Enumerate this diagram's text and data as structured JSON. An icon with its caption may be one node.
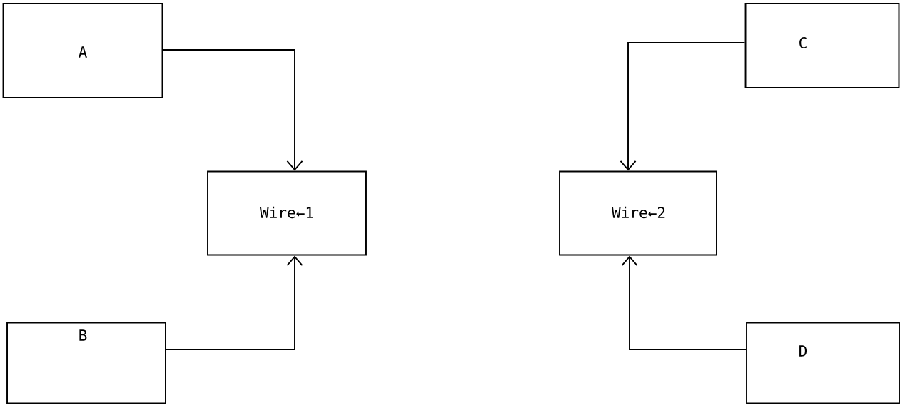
{
  "diagram": {
    "nodes": [
      {
        "text": [
          "A"
        ]
      },
      {
        "text": [
          "B"
        ]
      },
      {
        "text": [
          "Wire←1"
        ]
      },
      {
        "text": [
          "Wire←2"
        ]
      },
      {
        "text": [
          "C"
        ]
      },
      {
        "text": [
          "D"
        ]
      }
    ],
    "edges": [
      {
        "from": 0,
        "to": 2,
        "arrow": "to"
      },
      {
        "from": 1,
        "to": 2,
        "arrow": "to"
      },
      {
        "from": 4,
        "to": 3,
        "arrow": "to"
      },
      {
        "from": 5,
        "to": 3,
        "arrow": "to"
      }
    ]
  }
}
